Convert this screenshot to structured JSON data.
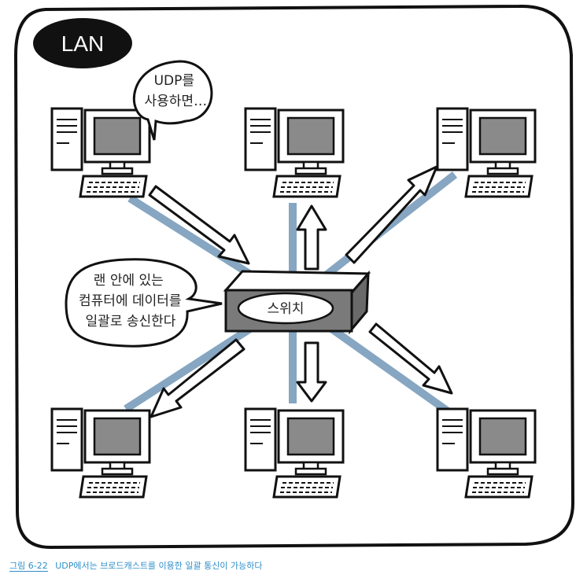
{
  "badge": {
    "label": "LAN"
  },
  "bubbles": {
    "top_left": [
      "UDP를",
      "사용하면…."
    ],
    "left": [
      "랜 안에 있는",
      "컴퓨터에 데이터를",
      "일괄로 송신한다"
    ]
  },
  "switch": {
    "label": "스위치"
  },
  "caption": {
    "label": "그림 6-22",
    "text": "UDP에서는 브로드캐스트를 이용한 일괄 통신이 가능하다"
  },
  "colors": {
    "cable": "#86a6c2",
    "outline": "#111111",
    "screen": "#8a8a8a",
    "caption": "#2f8fc9"
  }
}
